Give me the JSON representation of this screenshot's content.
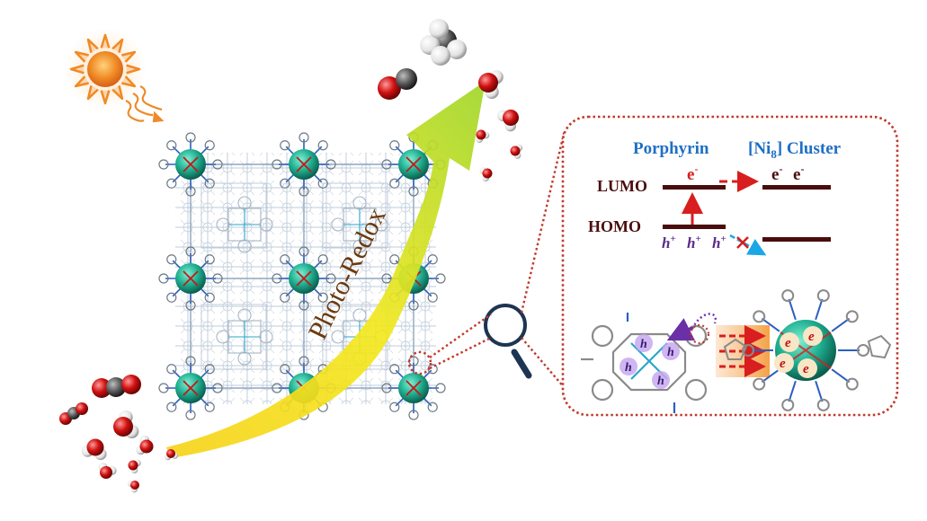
{
  "arrow_label": "Photo-Redox",
  "inset": {
    "left_heading": "Porphyrin",
    "right_heading_bracket_open": "[Ni",
    "right_heading_subscript": "8",
    "right_heading_bracket_close": "]",
    "right_heading_suffix": " Cluster",
    "lumo_label": "LUMO",
    "homo_label": "HOMO",
    "electron_symbol": "e",
    "electron_superscript": "-",
    "hole_symbol": "h",
    "hole_superscript": "+",
    "hole_marker": "h",
    "electron_marker": "e"
  },
  "colors": {
    "heading_blue": "#1f6fc4",
    "level_dark_red": "#4a0d0d",
    "electron_red": "#d81e1e",
    "hole_purple": "#5a2a8a",
    "dotted_border": "#c0392b",
    "cluster_teal": "#1fae8f",
    "arrow_yellow": "#f3e21a",
    "arrow_green": "#9fd62a",
    "sun_orange": "#f08a24"
  },
  "icons": [
    "sun-icon",
    "light-waves-icon",
    "magnifier-icon",
    "co2-molecule-icon",
    "water-molecule-icon",
    "co-molecule-icon",
    "ch4-molecule-icon"
  ]
}
